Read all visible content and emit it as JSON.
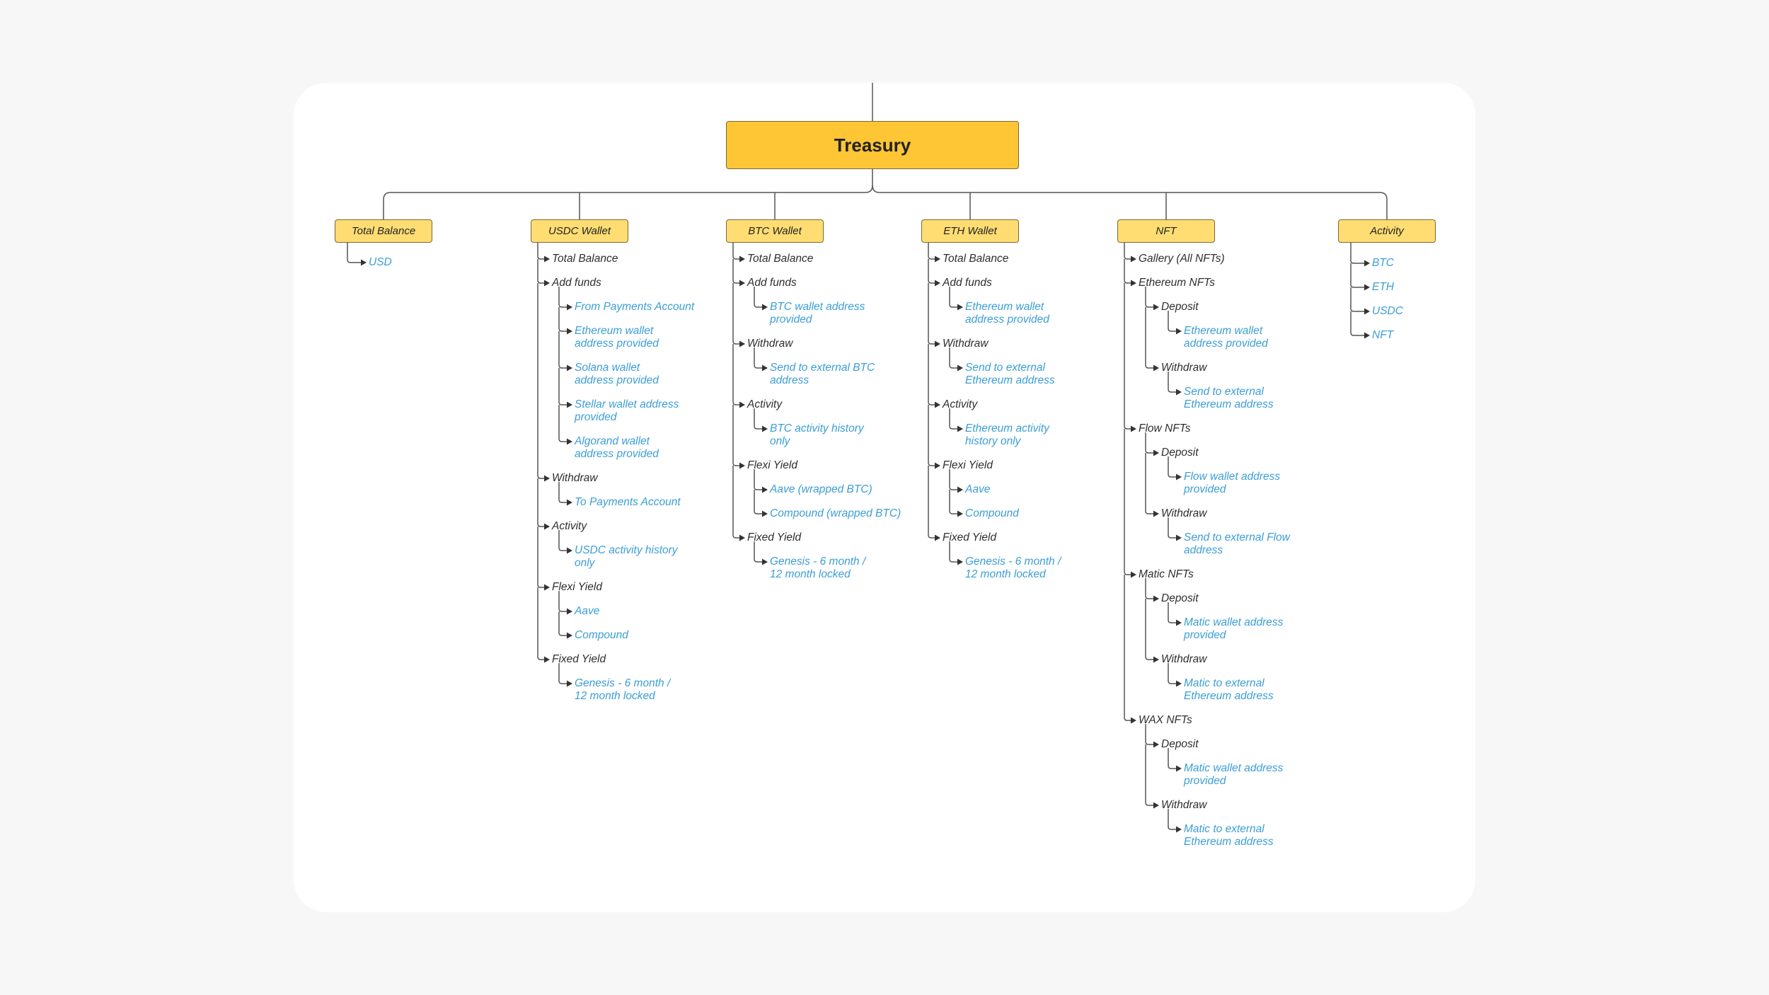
{
  "root": {
    "label": "Treasury"
  },
  "colors": {
    "root_fill": "#fec535",
    "category_fill": "#ffdd73",
    "section_text": "#2e2e2e",
    "leaf_text": "#3b9ed6",
    "line": "#555555"
  },
  "categories": [
    {
      "label": "Total Balance",
      "items": [
        {
          "label": "USD",
          "kind": "leaf"
        }
      ]
    },
    {
      "label": "USDC Wallet",
      "items": [
        {
          "label": "Total Balance"
        },
        {
          "label": "Add funds",
          "children": [
            {
              "label": "From Payments Account"
            },
            {
              "label": "Ethereum wallet address provided"
            },
            {
              "label": "Solana wallet address provided"
            },
            {
              "label": "Stellar wallet address provided"
            },
            {
              "label": "Algorand wallet address provided"
            }
          ]
        },
        {
          "label": "Withdraw",
          "children": [
            {
              "label": "To Payments Account"
            }
          ]
        },
        {
          "label": "Activity",
          "children": [
            {
              "label": "USDC activity history only"
            }
          ]
        },
        {
          "label": "Flexi Yield",
          "children": [
            {
              "label": "Aave"
            },
            {
              "label": "Compound"
            }
          ]
        },
        {
          "label": "Fixed Yield",
          "children": [
            {
              "label": "Genesis - 6 month / 12 month locked"
            }
          ]
        }
      ]
    },
    {
      "label": "BTC Wallet",
      "items": [
        {
          "label": "Total Balance"
        },
        {
          "label": "Add funds",
          "children": [
            {
              "label": "BTC wallet address provided"
            }
          ]
        },
        {
          "label": "Withdraw",
          "children": [
            {
              "label": "Send to external BTC address"
            }
          ]
        },
        {
          "label": "Activity",
          "children": [
            {
              "label": "BTC activity history only"
            }
          ]
        },
        {
          "label": "Flexi Yield",
          "children": [
            {
              "label": "Aave (wrapped BTC)"
            },
            {
              "label": "Compound (wrapped BTC)"
            }
          ]
        },
        {
          "label": "Fixed Yield",
          "children": [
            {
              "label": "Genesis - 6 month / 12 month locked"
            }
          ]
        }
      ]
    },
    {
      "label": "ETH Wallet",
      "items": [
        {
          "label": "Total Balance"
        },
        {
          "label": "Add funds",
          "children": [
            {
              "label": "Ethereum wallet address provided"
            }
          ]
        },
        {
          "label": "Withdraw",
          "children": [
            {
              "label": "Send to external Ethereum address"
            }
          ]
        },
        {
          "label": "Activity",
          "children": [
            {
              "label": "Ethereum activity history only"
            }
          ]
        },
        {
          "label": "Flexi Yield",
          "children": [
            {
              "label": "Aave"
            },
            {
              "label": "Compound"
            }
          ]
        },
        {
          "label": "Fixed Yield",
          "children": [
            {
              "label": "Genesis - 6 month / 12 month locked"
            }
          ]
        }
      ]
    },
    {
      "label": "NFT",
      "items": [
        {
          "label": "Gallery (All NFTs)"
        },
        {
          "label": "Ethereum NFTs",
          "children": [
            {
              "label": "Deposit",
              "children": [
                {
                  "label": "Ethereum wallet address provided"
                }
              ]
            },
            {
              "label": "Withdraw",
              "children": [
                {
                  "label": "Send to external Ethereum address"
                }
              ]
            }
          ]
        },
        {
          "label": "Flow NFTs",
          "children": [
            {
              "label": "Deposit",
              "children": [
                {
                  "label": "Flow wallet address provided"
                }
              ]
            },
            {
              "label": "Withdraw",
              "children": [
                {
                  "label": "Send to external Flow address"
                }
              ]
            }
          ]
        },
        {
          "label": "Matic NFTs",
          "children": [
            {
              "label": "Deposit",
              "children": [
                {
                  "label": "Matic wallet address provided"
                }
              ]
            },
            {
              "label": "Withdraw",
              "children": [
                {
                  "label": "Matic to external Ethereum address"
                }
              ]
            }
          ]
        },
        {
          "label": "WAX NFTs",
          "children": [
            {
              "label": "Deposit",
              "children": [
                {
                  "label": "Matic wallet address provided"
                }
              ]
            },
            {
              "label": "Withdraw",
              "children": [
                {
                  "label": "Matic to external Ethereum address"
                }
              ]
            }
          ]
        }
      ]
    },
    {
      "label": "Activity",
      "items": [
        {
          "label": "BTC",
          "kind": "leaf"
        },
        {
          "label": "ETH",
          "kind": "leaf"
        },
        {
          "label": "USDC",
          "kind": "leaf"
        },
        {
          "label": "NFT",
          "kind": "leaf"
        }
      ]
    }
  ]
}
